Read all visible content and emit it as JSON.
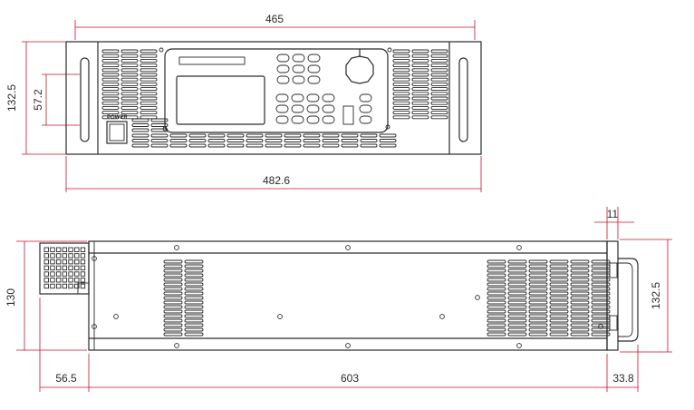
{
  "dimensions": {
    "front_width": "465",
    "front_height": "132.5",
    "front_handle_span": "57.2",
    "front_rack_width": "482.6",
    "side_top": "11",
    "side_height_left": "130",
    "side_height_right": "132.5",
    "side_rear": "56.5",
    "side_depth": "603",
    "side_front": "33.8"
  },
  "front_panel": {
    "power_label": "POWER"
  },
  "colors": {
    "outline": "#2a2a2a",
    "dimension": "#c8102e"
  }
}
